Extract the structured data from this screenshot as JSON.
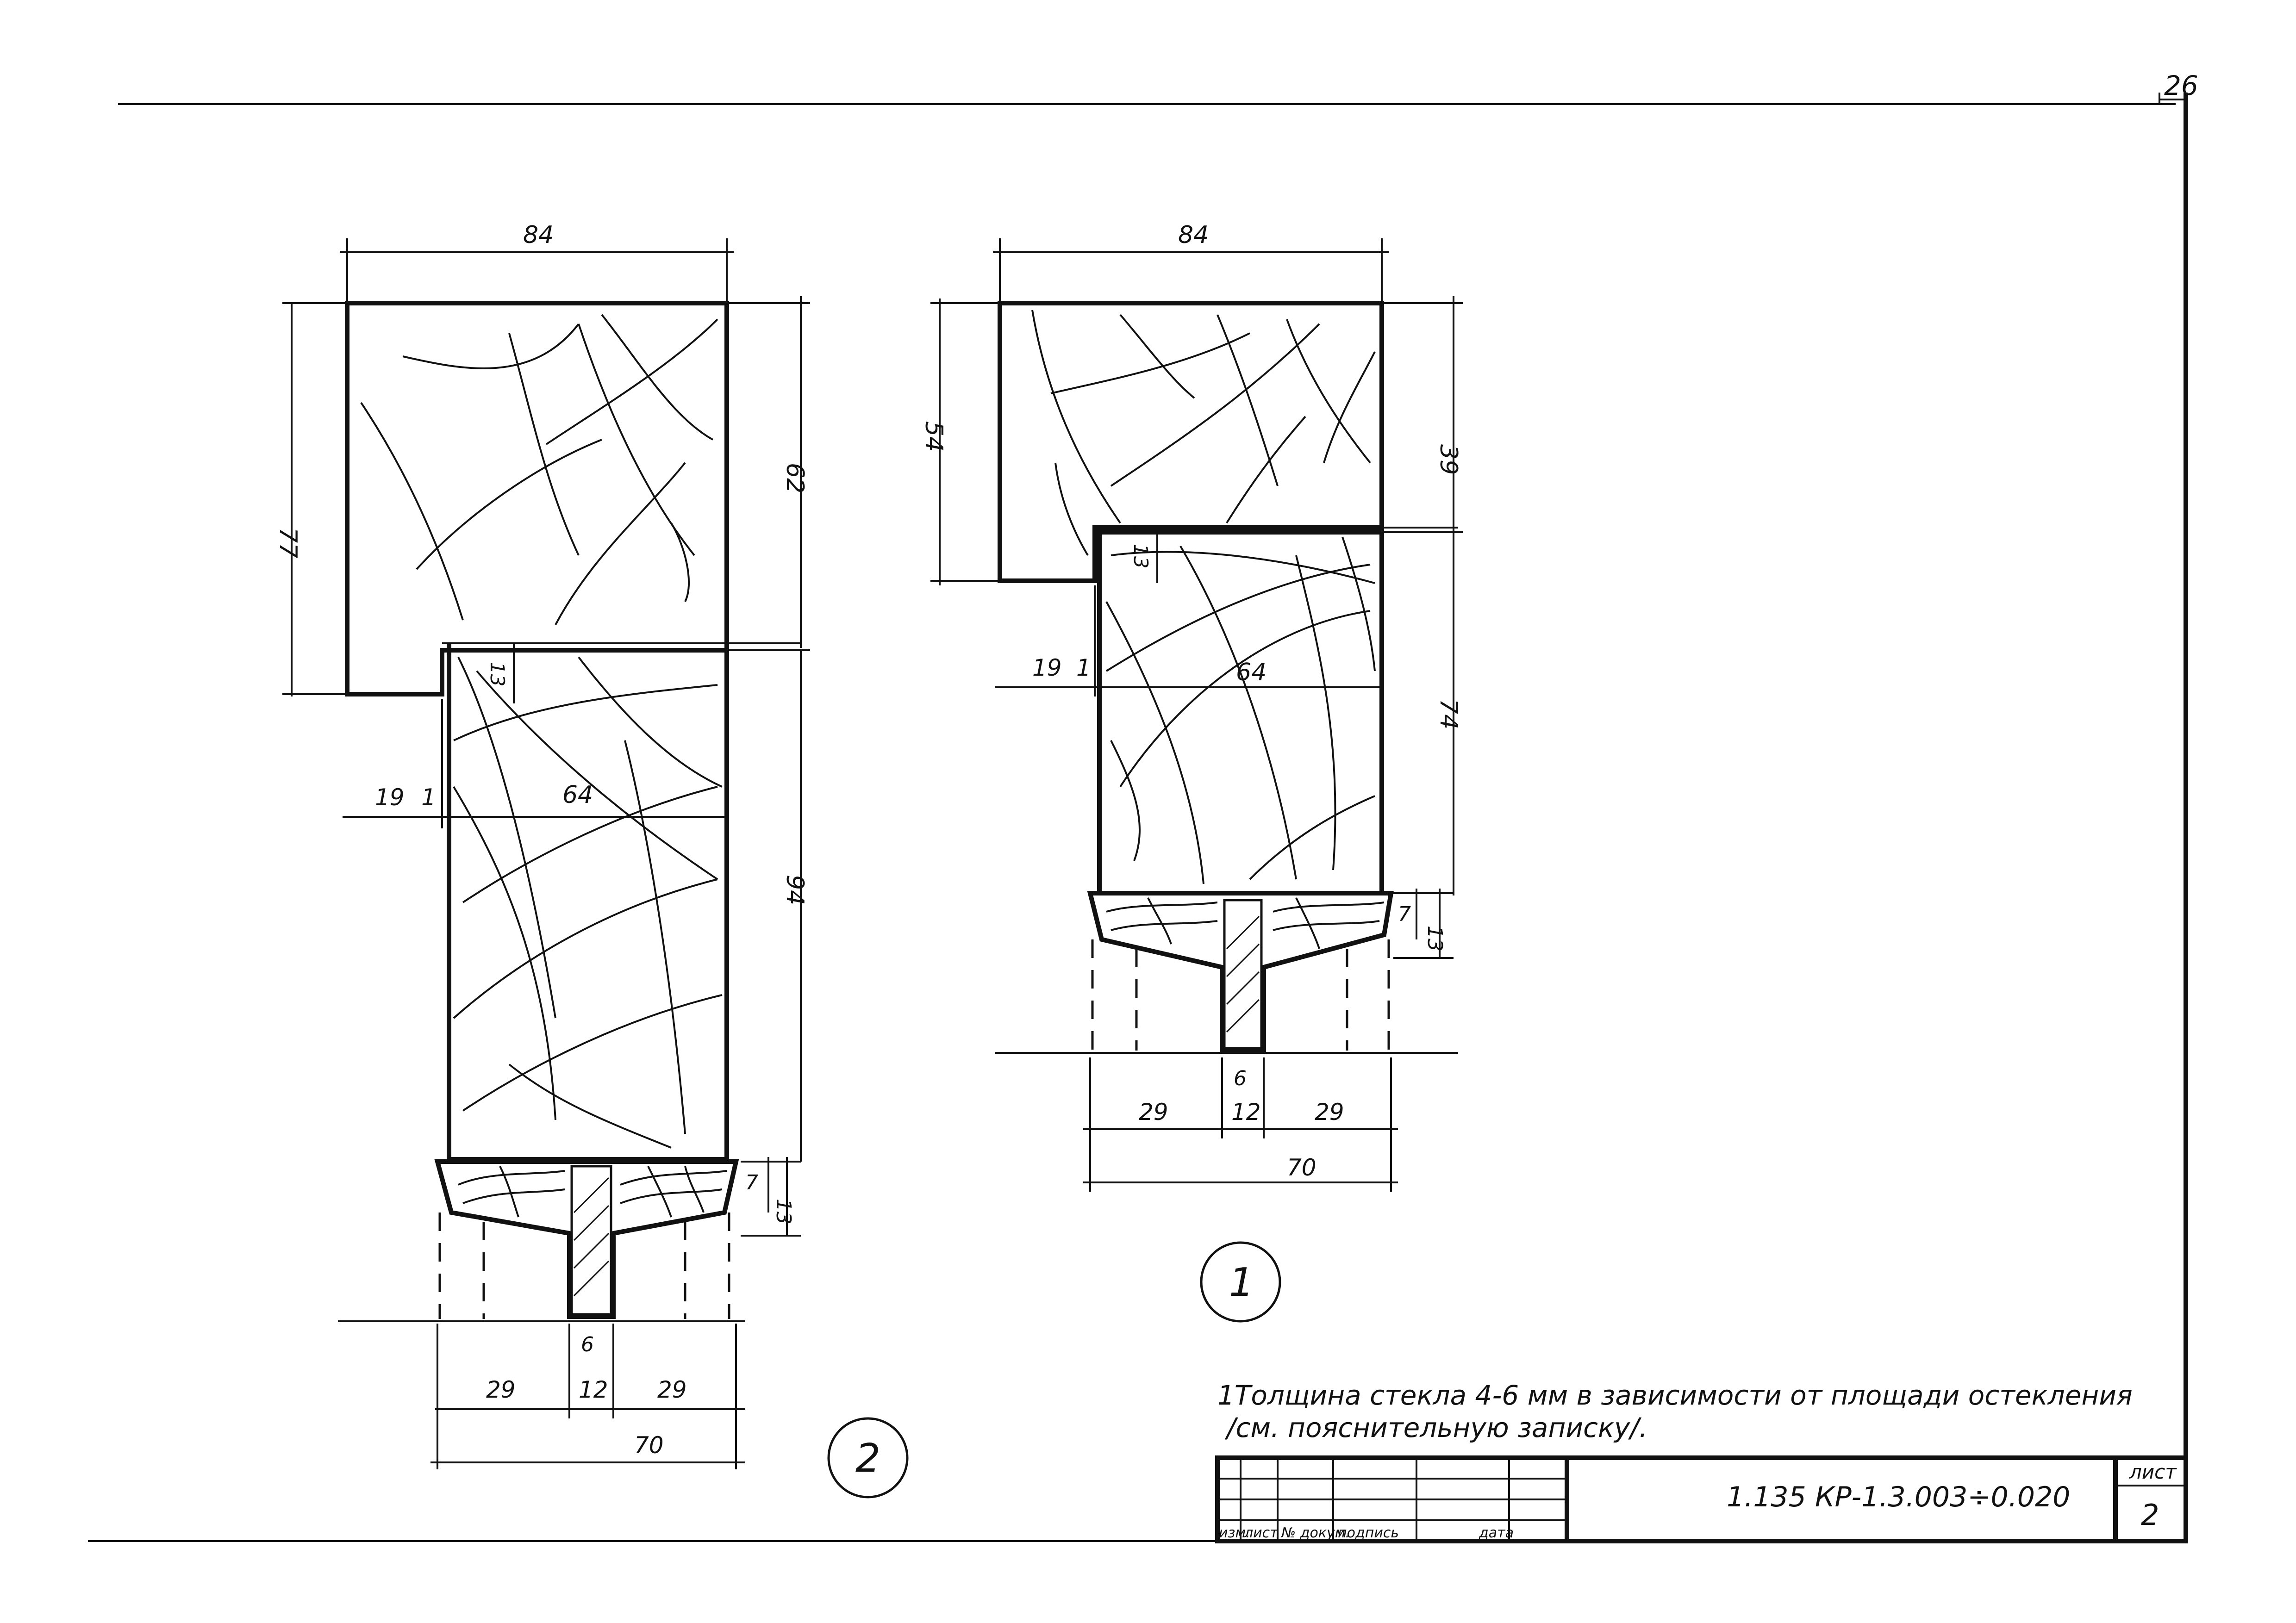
{
  "sheet_number_top": "26",
  "drawing_2": {
    "label": "2",
    "dims": {
      "top_width": "84",
      "left_height": "77",
      "right_upper": "62",
      "right_lower": "94",
      "notch": "13",
      "inner_left_a": "19",
      "inner_left_b": "1",
      "inner_width": "64",
      "sill_a": "7",
      "sill_b": "13",
      "glass": "6",
      "bottom_a": "29",
      "bottom_b": "12",
      "bottom_c": "29",
      "bottom_total": "70"
    }
  },
  "drawing_1": {
    "label": "1",
    "dims": {
      "top_width": "84",
      "left_height": "54",
      "right_upper": "39",
      "right_lower": "74",
      "notch": "13",
      "inner_left_a": "19",
      "inner_left_b": "1",
      "inner_width": "64",
      "sill_a": "7",
      "sill_b": "13",
      "glass": "6",
      "bottom_a": "29",
      "bottom_b": "12",
      "bottom_c": "29",
      "bottom_total": "70"
    }
  },
  "note_line1": "1Толщина стекла 4-6 мм в зависимости от площади остекления",
  "note_line2": "/см. пояснительную записку/.",
  "title_block": {
    "code": "1.135 КР-1.3.003÷0.020",
    "sheet_label": "лист",
    "sheet_value": "2",
    "cols": [
      "изм.",
      "лист",
      "№ докум.",
      "подпись",
      "дата"
    ]
  }
}
